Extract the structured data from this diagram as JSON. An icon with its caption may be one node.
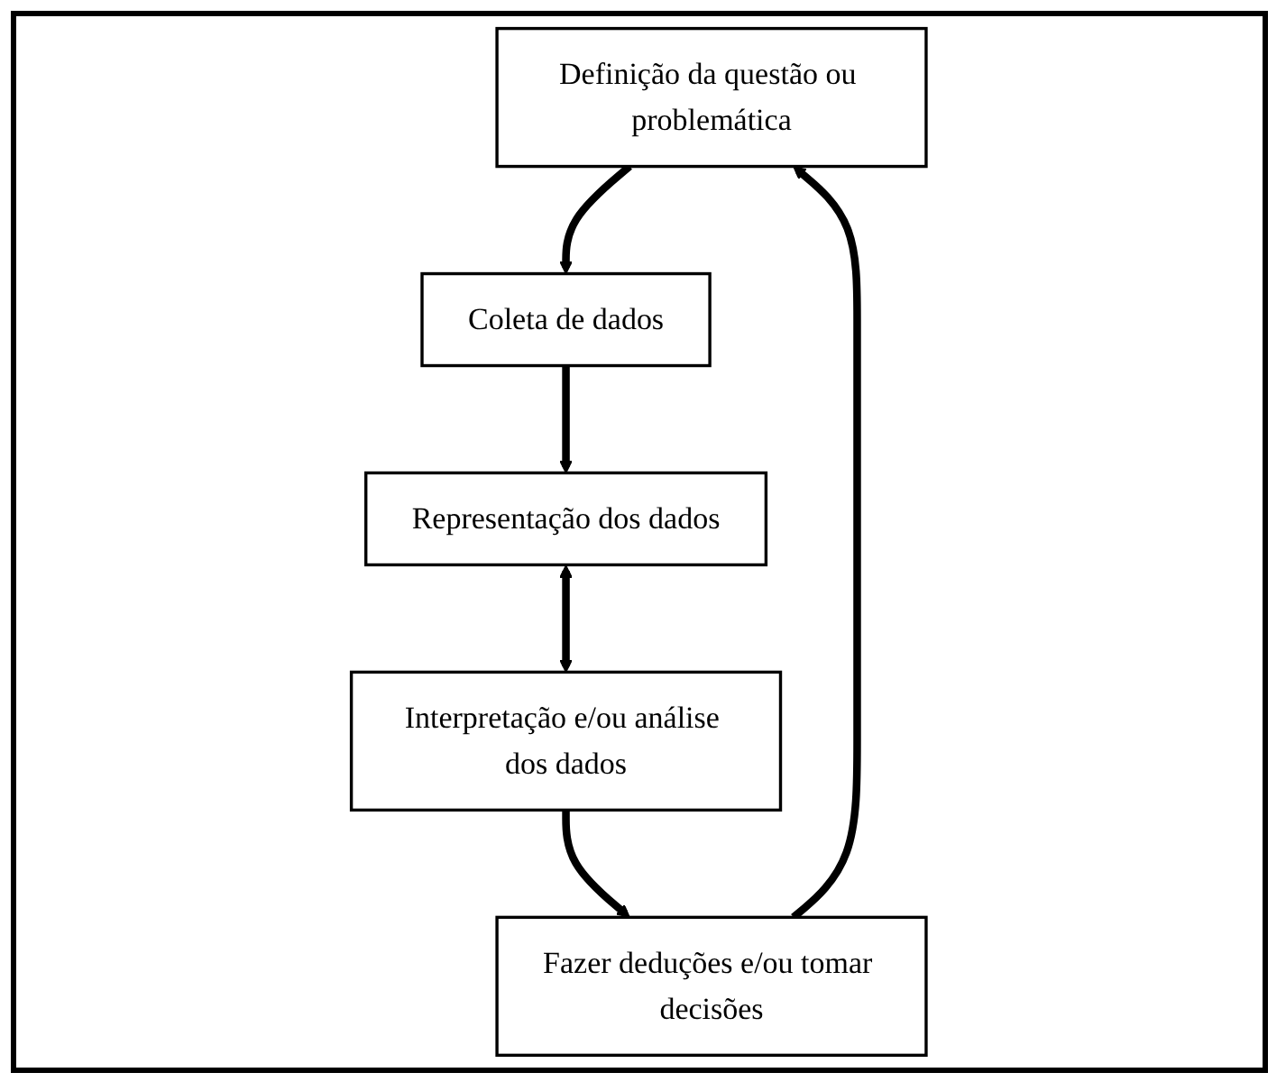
{
  "diagram": {
    "nodes": [
      {
        "text": [
          "Definição da questão ou problemática"
        ]
      },
      {
        "text": [
          "Coleta de dados"
        ]
      },
      {
        "text": [
          "Representação dos dados"
        ]
      },
      {
        "text": [
          "Interpretação e/ou análise dos dados"
        ]
      },
      {
        "text": [
          "Fazer deduções e/ou tomar decisões"
        ]
      }
    ],
    "edges": [
      {
        "from": 0,
        "to": 1,
        "arrow": "to"
      },
      {
        "from": 1,
        "to": 2,
        "arrow": "to"
      },
      {
        "from": 2,
        "to": 3,
        "arrow": "both"
      },
      {
        "from": 3,
        "to": 4,
        "arrow": "to"
      },
      {
        "from": 4,
        "to": 0,
        "arrow": "to"
      }
    ]
  }
}
